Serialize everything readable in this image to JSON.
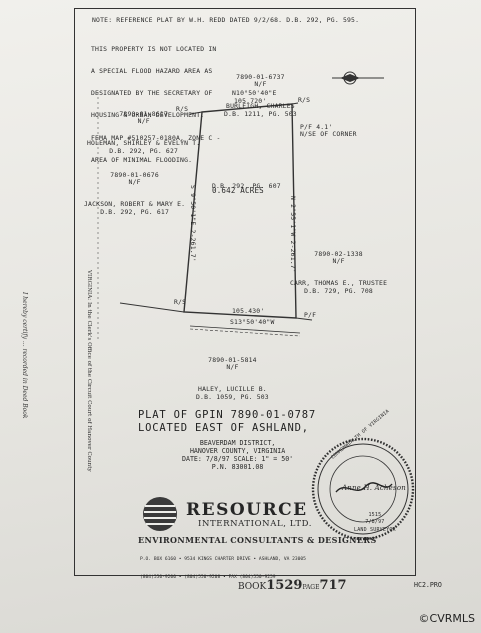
{
  "header_note": "NOTE: REFERENCE PLAT BY W.H. REDD DATED 9/2/68. D.B. 292, PG. 595.",
  "flood_note": [
    "THIS PROPERTY IS NOT LOCATED IN",
    "A SPECIAL FLOOD HAZARD AREA AS",
    "DESIGNATED BY THE SECRETARY OF",
    "HOUSING & URBAN DEVELOPMENT.",
    "FEMA MAP #510257-0180A, ZONE C -",
    "AREA OF MINIMAL FLOODING."
  ],
  "parcels": {
    "burleigh": [
      "7890-01-6737",
      "N/F",
      "BURLEIGH, CHARLES",
      "D.B. 1211, PG. 503"
    ],
    "holeman": [
      "7890-01-8617",
      "N/F",
      "HOLEMAN, SHIRLEY & EVELYN T.",
      "D.B. 292, PG. 627"
    ],
    "jackson": [
      "7890-01-0676",
      "N/F",
      "JACKSON, ROBERT & MARY E.",
      "D.B. 292, PG. 617"
    ],
    "carr": [
      "7890-02-1338",
      "N/F",
      "CARR, THOMAS E., TRUSTEE",
      "D.B. 729, PG. 708"
    ],
    "haley": [
      "7890-01-5814",
      "N/F",
      "HALEY, LUCILLE B.",
      "D.B. 1059, PG. 503"
    ]
  },
  "subject": {
    "acres": "0.642 ACRES",
    "deed": "D.B. 292, PG. 607"
  },
  "survey_labels": {
    "rs_top_left": "R/S",
    "rs_top_right": "R/S",
    "bearing_top": "N10°50'40\"E",
    "distance_top": "105.720'",
    "pf_corner": "P/F 4.1'",
    "corner_note": "N/SE OF CORNER",
    "rs_bottom": "R/S",
    "pf_bottom": "P/F",
    "distance_bottom": "105.430'",
    "bearing_bottom": "S13°50'40\"W",
    "side_left": "S 9°50'1\"E 2-261.7'",
    "side_right": "N 2°55'1\"W 2-261.7'"
  },
  "title": {
    "line1": "PLAT OF GPIN 7890-01-0787",
    "line2": "LOCATED EAST OF ASHLAND,",
    "district": "BEAVERDAM DISTRICT,",
    "county": "HANOVER COUNTY, VIRGINIA",
    "date_scale": "DATE: 7/8/97  SCALE: 1\" = 50'",
    "pn": "P.N. 83001.08"
  },
  "seal": {
    "ring": "COMMONWEALTH OF VIRGINIA",
    "signature": "Anne H. Acheson",
    "number": "1515",
    "date": "7/8/97",
    "role": "LAND SURVEYOR"
  },
  "company": {
    "name": "RESOURCE",
    "sub": "INTERNATIONAL, LTD.",
    "tagline": "ENVIRONMENTAL CONSULTANTS & DESIGNERS",
    "address": "P.O. BOX 6160 • 9534 KINGS CHARTER DRIVE • ASHLAND, VA 23005",
    "phones": "(804)550-9200 • (804)550-9208 • FAX (804)550-9259"
  },
  "handwritten": "I hereby certify ... recorded in Deed Book",
  "handwritten2": "VIRGINIA: In the Clerk's Office of the Circuit Court of Hanover County",
  "hc_code": "HC2.PRO",
  "book_stamp": {
    "prefix": "BOOK",
    "book": "1529",
    "mid": "PAGE",
    "page": "717"
  },
  "watermark": "©CVRMLS"
}
